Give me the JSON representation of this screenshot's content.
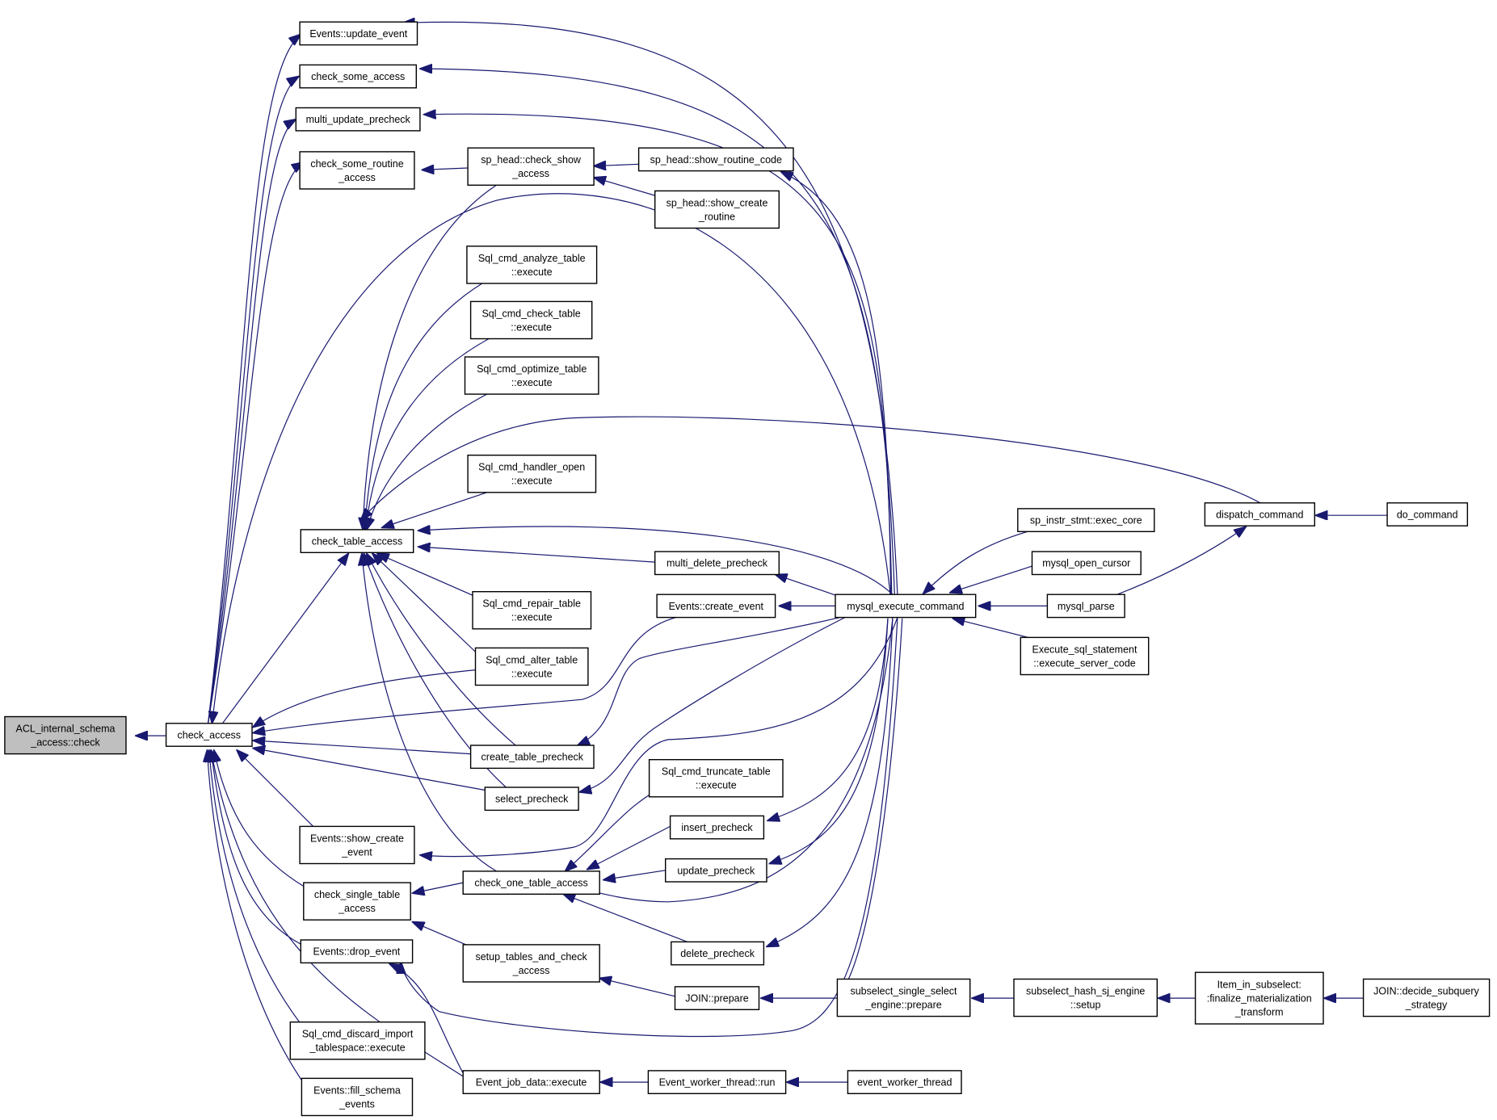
{
  "diagram": {
    "type": "call-graph",
    "colors": {
      "edge": "#191970",
      "node_border": "#000000",
      "node_fill": "#ffffff",
      "root_fill": "#bfbfbf"
    },
    "nodes": [
      {
        "id": "acl",
        "lines": [
          "ACL_internal_schema",
          "_access::check"
        ],
        "root": true
      },
      {
        "id": "ca",
        "lines": [
          "check_access"
        ]
      },
      {
        "id": "upd_ev",
        "lines": [
          "Events::update_event"
        ]
      },
      {
        "id": "csa",
        "lines": [
          "check_some_access"
        ]
      },
      {
        "id": "mup",
        "lines": [
          "multi_update_precheck"
        ]
      },
      {
        "id": "csra",
        "lines": [
          "check_some_routine",
          "_access"
        ]
      },
      {
        "id": "spcsa",
        "lines": [
          "sp_head::check_show",
          "_access"
        ]
      },
      {
        "id": "spsrc",
        "lines": [
          "sp_head::show_routine_code"
        ]
      },
      {
        "id": "spscr",
        "lines": [
          "sp_head::show_create",
          "_routine"
        ]
      },
      {
        "id": "anl",
        "lines": [
          "Sql_cmd_analyze_table",
          "::execute"
        ]
      },
      {
        "id": "chk",
        "lines": [
          "Sql_cmd_check_table",
          "::execute"
        ]
      },
      {
        "id": "opt",
        "lines": [
          "Sql_cmd_optimize_table",
          "::execute"
        ]
      },
      {
        "id": "hdl",
        "lines": [
          "Sql_cmd_handler_open",
          "::execute"
        ]
      },
      {
        "id": "cta",
        "lines": [
          "check_table_access"
        ]
      },
      {
        "id": "mdp",
        "lines": [
          "multi_delete_precheck"
        ]
      },
      {
        "id": "rep",
        "lines": [
          "Sql_cmd_repair_table",
          "::execute"
        ]
      },
      {
        "id": "cre_ev",
        "lines": [
          "Events::create_event"
        ]
      },
      {
        "id": "alt",
        "lines": [
          "Sql_cmd_alter_table",
          "::execute"
        ]
      },
      {
        "id": "ctp",
        "lines": [
          "create_table_precheck"
        ]
      },
      {
        "id": "selp",
        "lines": [
          "select_precheck"
        ]
      },
      {
        "id": "trn",
        "lines": [
          "Sql_cmd_truncate_table",
          "::execute"
        ]
      },
      {
        "id": "shc_ev",
        "lines": [
          "Events::show_create",
          "_event"
        ]
      },
      {
        "id": "insp",
        "lines": [
          "insert_precheck"
        ]
      },
      {
        "id": "updp",
        "lines": [
          "update_precheck"
        ]
      },
      {
        "id": "csta",
        "lines": [
          "check_single_table",
          "_access"
        ]
      },
      {
        "id": "cota",
        "lines": [
          "check_one_table_access"
        ]
      },
      {
        "id": "delp",
        "lines": [
          "delete_precheck"
        ]
      },
      {
        "id": "drp_ev",
        "lines": [
          "Events::drop_event"
        ]
      },
      {
        "id": "stca",
        "lines": [
          "setup_tables_and_check",
          "_access"
        ]
      },
      {
        "id": "jprep",
        "lines": [
          "JOIN::prepare"
        ]
      },
      {
        "id": "disc",
        "lines": [
          "Sql_cmd_discard_import",
          "_tablespace::execute"
        ]
      },
      {
        "id": "ejd",
        "lines": [
          "Event_job_data::execute"
        ]
      },
      {
        "id": "ewtr",
        "lines": [
          "Event_worker_thread::run"
        ]
      },
      {
        "id": "ewt",
        "lines": [
          "event_worker_thread"
        ]
      },
      {
        "id": "fse",
        "lines": [
          "Events::fill_schema",
          "_events"
        ]
      },
      {
        "id": "mec",
        "lines": [
          "mysql_execute_command"
        ]
      },
      {
        "id": "spis",
        "lines": [
          "sp_instr_stmt::exec_core"
        ]
      },
      {
        "id": "moc",
        "lines": [
          "mysql_open_cursor"
        ]
      },
      {
        "id": "mpar",
        "lines": [
          "mysql_parse"
        ]
      },
      {
        "id": "esql",
        "lines": [
          "Execute_sql_statement",
          "::execute_server_code"
        ]
      },
      {
        "id": "disp",
        "lines": [
          "dispatch_command"
        ]
      },
      {
        "id": "docmd",
        "lines": [
          "do_command"
        ]
      },
      {
        "id": "sssep",
        "lines": [
          "subselect_single_select",
          "_engine::prepare"
        ]
      },
      {
        "id": "shsj",
        "lines": [
          "subselect_hash_sj_engine",
          "::setup"
        ]
      },
      {
        "id": "iins",
        "lines": [
          "Item_in_subselect:",
          ":finalize_materialization",
          "_transform"
        ]
      },
      {
        "id": "jdss",
        "lines": [
          "JOIN::decide_subquery",
          "_strategy"
        ]
      }
    ]
  }
}
